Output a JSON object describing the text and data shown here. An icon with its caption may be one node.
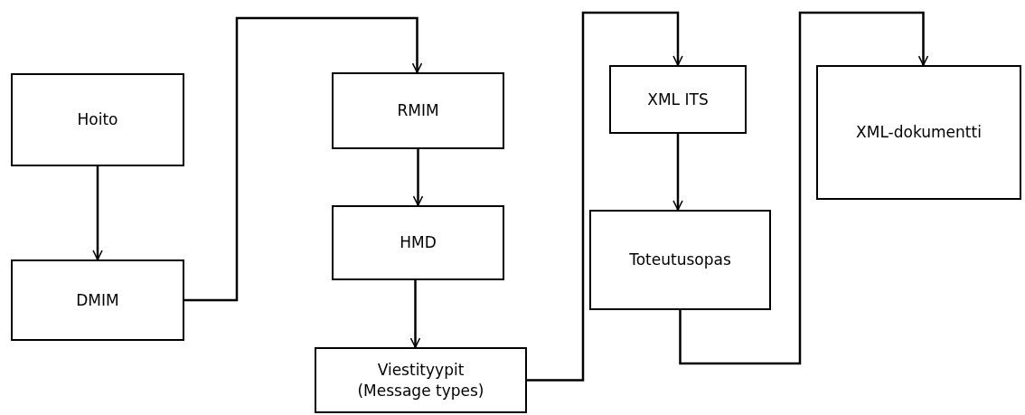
{
  "diagram": {
    "nodes": [
      {
        "text": [
          "Hoito"
        ]
      },
      {
        "text": [
          "DMIM"
        ]
      },
      {
        "text": [
          "RMIM"
        ]
      },
      {
        "text": [
          "HMD"
        ]
      },
      {
        "text": [
          "Viestityypit (Message types)"
        ]
      },
      {
        "text": [
          "XML ITS"
        ]
      },
      {
        "text": [
          "Toteutusopas"
        ]
      },
      {
        "text": [
          "XML-dokumentti"
        ]
      }
    ],
    "edges": [
      {
        "from": 0,
        "to": 1,
        "arrow": "to"
      },
      {
        "from": 1,
        "to": 2,
        "arrow": "to"
      },
      {
        "from": 2,
        "to": 3,
        "arrow": "to"
      },
      {
        "from": 3,
        "to": 4,
        "arrow": "to"
      },
      {
        "from": 4,
        "to": 5,
        "arrow": "to"
      },
      {
        "from": 5,
        "to": 6,
        "arrow": "to"
      },
      {
        "from": 6,
        "to": 7,
        "arrow": "to"
      }
    ]
  }
}
